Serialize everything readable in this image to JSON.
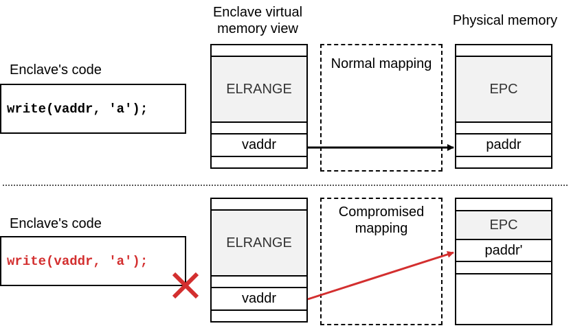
{
  "headers": {
    "virtual_line1": "Enclave virtual",
    "virtual_line2": "memory view",
    "physical": "Physical memory"
  },
  "top": {
    "code_label": "Enclave's code",
    "code": "write(vaddr, 'a');",
    "elrange": "ELRANGE",
    "vaddr": "vaddr",
    "mapping": "Normal mapping",
    "epc": "EPC",
    "paddr": "paddr"
  },
  "bottom": {
    "code_label": "Enclave's code",
    "code": "write(vaddr, 'a');",
    "elrange": "ELRANGE",
    "vaddr": "vaddr",
    "mapping_line1": "Compromised",
    "mapping_line2": "mapping",
    "epc": "EPC",
    "paddr": "paddr'"
  },
  "colors": {
    "compromised": "#d32f2f",
    "region_fill": "#f2f2f2",
    "normal_arrow": "#000000"
  }
}
